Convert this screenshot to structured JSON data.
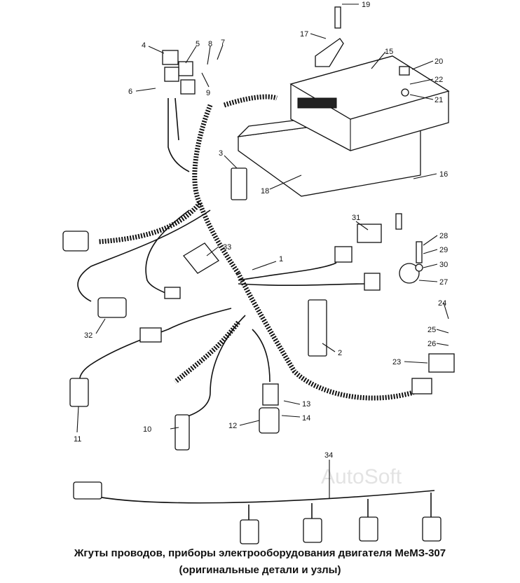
{
  "caption": {
    "line1": "Жгуты проводов, приборы электрооборудования двигателя МеМЗ-307",
    "line2": "(оригинальные детали и узлы)"
  },
  "watermark": "AutoSoft",
  "callouts": [
    "1",
    "2",
    "3",
    "4",
    "5",
    "6",
    "7",
    "8",
    "9",
    "10",
    "11",
    "12",
    "13",
    "14",
    "15",
    "16",
    "17",
    "18",
    "19",
    "20",
    "21",
    "22",
    "23",
    "24",
    "25",
    "26",
    "27",
    "28",
    "29",
    "30",
    "31",
    "32",
    "33",
    "34"
  ]
}
